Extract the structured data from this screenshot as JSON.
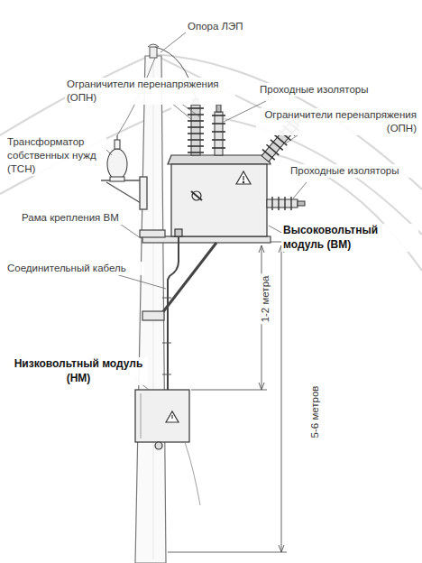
{
  "diagram": {
    "labels": [
      "Опора ЛЭП",
      "Ограничители перенапряжения (ОПН)",
      "Проходные изоляторы",
      "Ограничители перенапряжения (ОПН)",
      "Проходные изоляторы",
      "Трансформатор собственных нужд (ТСН)",
      "Рама крепления ВМ",
      "Высоковольтный модуль (ВМ)",
      "Соединительный кабель",
      "Низковольтный модуль (НМ)",
      "1-2 метра",
      "5-6 метров"
    ]
  }
}
